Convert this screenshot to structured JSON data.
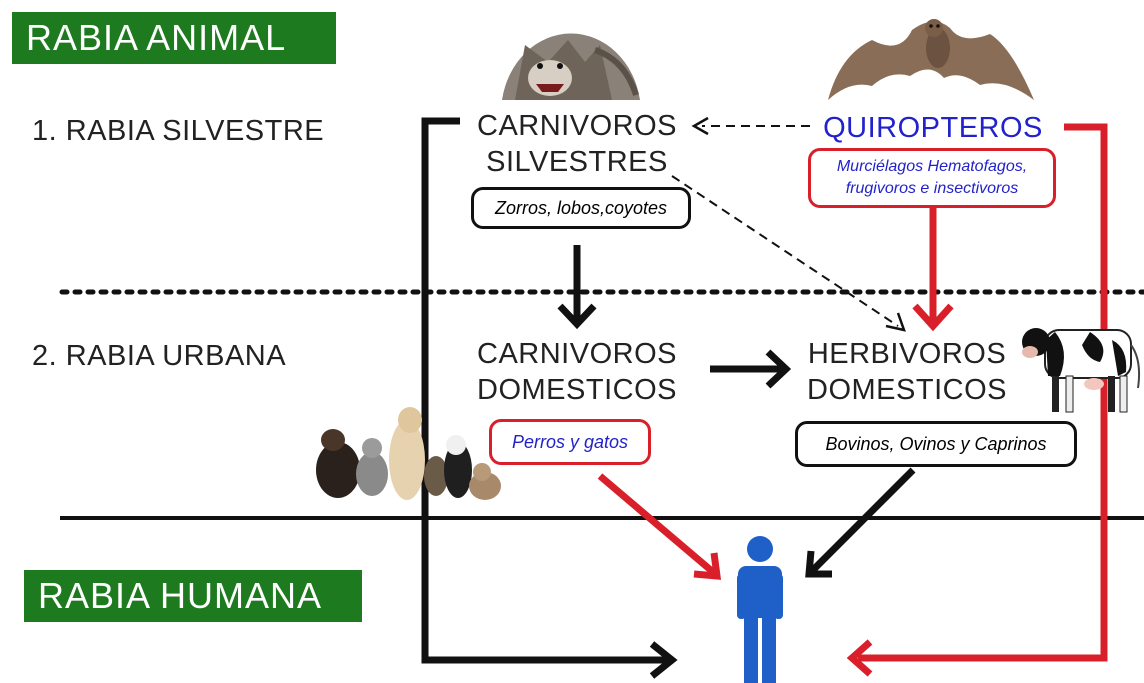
{
  "banners": {
    "animal": "RABIA ANIMAL",
    "human": "RABIA HUMANA"
  },
  "levels": {
    "silvestre": "1. RABIA SILVESTRE",
    "urbana": "2. RABIA URBANA"
  },
  "nodes": {
    "carnivoros_silvestres": {
      "line1": "CARNIVOROS",
      "line2": "SILVESTRES",
      "detail": "Zorros, lobos,coyotes"
    },
    "quiropteros": {
      "title": "QUIROPTEROS",
      "detail_line1": "Murciélagos Hematofagos,",
      "detail_line2": "frugivoros e insectivoros"
    },
    "carnivoros_domesticos": {
      "line1": "CARNIVOROS",
      "line2": "DOMESTICOS",
      "detail": "Perros y gatos"
    },
    "herbivoros_domesticos": {
      "line1": "HERBIVOROS",
      "line2": "DOMESTICOS",
      "detail": "Bovinos, Ovinos y Caprinos"
    }
  },
  "colors": {
    "banner_green": "#1e7a1e",
    "red": "#d9202a",
    "blue": "#2222cc",
    "human_blue": "#1f5fc8",
    "black": "#111111"
  },
  "icons": [
    "wolf-icon",
    "bat-icon",
    "cow-icon",
    "dogs-cats-icon",
    "human-figure-icon"
  ]
}
